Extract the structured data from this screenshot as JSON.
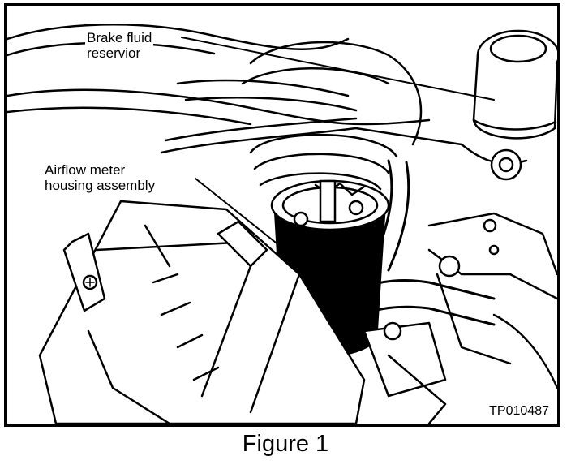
{
  "callouts": {
    "brake_fluid_reservoir": {
      "line1": "Brake fluid",
      "line2": "reservior"
    },
    "airflow_meter_housing": {
      "line1": "Airflow meter",
      "line2": "housing assembly"
    }
  },
  "figure_code": "TP010487",
  "caption": "Figure 1",
  "colors": {
    "ink": "#000000",
    "paper": "#ffffff"
  }
}
